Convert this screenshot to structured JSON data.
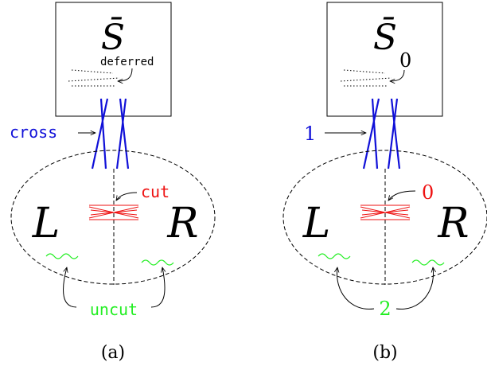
{
  "colors": {
    "black": "#000000",
    "blue": "#1010d8",
    "red": "#ee1111",
    "green": "#22ee22"
  },
  "panels": [
    {
      "caption": "(a)",
      "top_box_symbol": "S̄",
      "box_label": "deferred",
      "cross_label": "cross",
      "cut_label": "cut",
      "left_symbol": "L",
      "right_symbol": "R",
      "uncut_label": "uncut"
    },
    {
      "caption": "(b)",
      "top_box_symbol": "S̄",
      "box_label": "0",
      "cross_label": "1",
      "cut_label": "0",
      "left_symbol": "L",
      "right_symbol": "R",
      "uncut_label": "2"
    }
  ]
}
